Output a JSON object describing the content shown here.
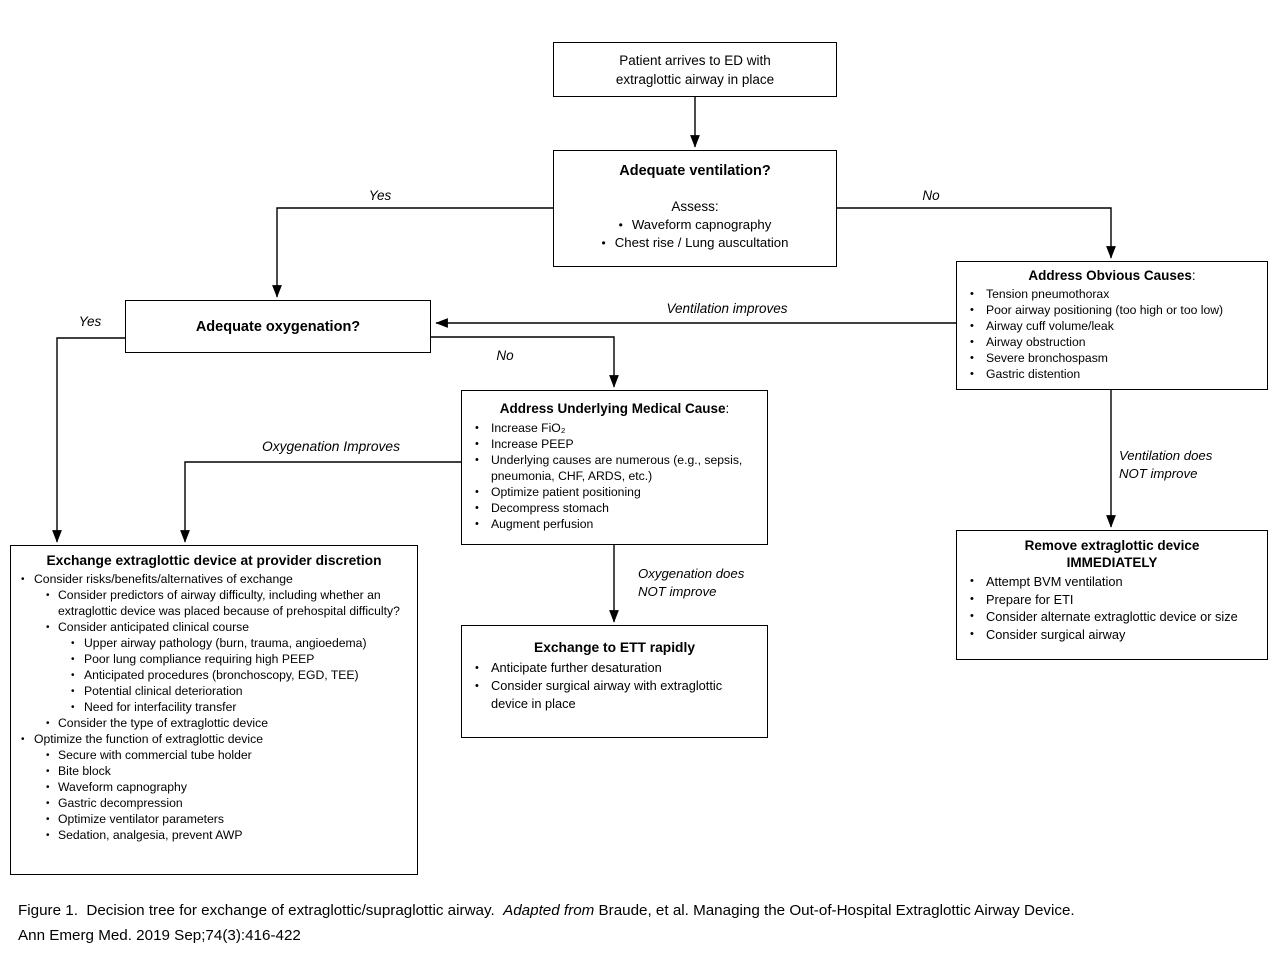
{
  "colors": {
    "background": "#ffffff",
    "box_border": "#000000",
    "text": "#000000"
  },
  "nodes": {
    "patient": {
      "lines": [
        "Patient arrives to ED with",
        "extraglottic airway in place"
      ]
    },
    "ventilation": {
      "title": "Adequate ventilation?",
      "assess_label": "Assess:",
      "bullets": [
        "Waveform capnography",
        "Chest rise / Lung auscultation"
      ]
    },
    "obvious_causes": {
      "title": "Address Obvious Causes",
      "colon": ":",
      "bullets": [
        "Tension pneumothorax",
        "Poor airway positioning (too high or too low)",
        "Airway cuff volume/leak",
        "Airway obstruction",
        "Severe bronchospasm",
        "Gastric distention"
      ]
    },
    "oxygenation": {
      "title": "Adequate oxygenation?"
    },
    "medical_cause": {
      "title": "Address Underlying Medical Cause",
      "colon": ":",
      "bullets": [
        "Increase FiO₂",
        "Increase PEEP",
        "Underlying causes are numerous (e.g., sepsis, pneumonia, CHF, ARDS, etc.)",
        "Optimize patient positioning",
        "Decompress stomach",
        "Augment perfusion"
      ]
    },
    "remove_device": {
      "title_lines": [
        "Remove extraglottic device",
        "IMMEDIATELY"
      ],
      "bullets": [
        "Attempt BVM ventilation",
        "Prepare for ETI",
        "Consider alternate extraglottic device or size",
        "Consider surgical airway"
      ]
    },
    "exchange_discretion": {
      "title": "Exchange extraglottic device at provider discretion",
      "items": [
        {
          "level": 1,
          "text": "Consider risks/benefits/alternatives of exchange"
        },
        {
          "level": 2,
          "text": "Consider predictors of airway difficulty, including whether an extraglottic device was placed because of prehospital difficulty?"
        },
        {
          "level": 2,
          "text": "Consider anticipated clinical course"
        },
        {
          "level": 3,
          "text": "Upper airway pathology (burn, trauma, angioedema)"
        },
        {
          "level": 3,
          "text": "Poor lung compliance requiring high PEEP"
        },
        {
          "level": 3,
          "text": "Anticipated procedures (bronchoscopy, EGD, TEE)"
        },
        {
          "level": 3,
          "text": "Potential clinical deterioration"
        },
        {
          "level": 3,
          "text": "Need for interfacility transfer"
        },
        {
          "level": 2,
          "text": "Consider the type of extraglottic device"
        },
        {
          "level": 1,
          "text": "Optimize the function of extraglottic device"
        },
        {
          "level": 2,
          "text": "Secure with commercial tube holder"
        },
        {
          "level": 2,
          "text": "Bite block"
        },
        {
          "level": 2,
          "text": "Waveform capnography"
        },
        {
          "level": 2,
          "text": "Gastric decompression"
        },
        {
          "level": 2,
          "text": "Optimize ventilator parameters"
        },
        {
          "level": 2,
          "text": "Sedation, analgesia, prevent AWP"
        }
      ]
    },
    "exchange_ett": {
      "title": "Exchange to ETT rapidly",
      "bullets": [
        "Anticipate further desaturation",
        "Consider surgical airway with extraglottic device in place"
      ]
    }
  },
  "edge_labels": {
    "ventilation_yes": "Yes",
    "ventilation_no": "No",
    "ventilation_improves": "Ventilation improves",
    "oxygenation_no": "No",
    "oxygenation_yes": "Yes",
    "oxygenation_improves": "Oxygenation Improves",
    "oxygenation_not_improve_line1": "Oxygenation does",
    "oxygenation_not_improve_line2": "NOT improve",
    "ventilation_not_improve_line1": "Ventilation does",
    "ventilation_not_improve_line2": "NOT improve"
  },
  "caption": {
    "part1": "Figure 1.  Decision tree for exchange of extraglottic/supraglottic airway.  ",
    "italic": "Adapted from",
    "part2": " Braude, et al. Managing the Out-of-Hospital Extraglottic Airway Device.",
    "line2": "Ann Emerg Med. 2019 Sep;74(3):416-422"
  }
}
